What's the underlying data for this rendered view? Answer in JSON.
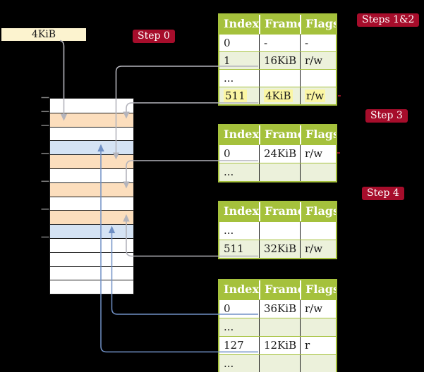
{
  "palette": {
    "background": "#000000",
    "table_header_bg": "#A5C13C",
    "table_border": "#A5C13C",
    "cell_alt_bg": "#ECF1DB",
    "cell_bg": "#FFFFFF",
    "highlight_bg": "#FBF6A3",
    "step_label_bg": "#A60D2B",
    "step_label_text": "#FFFFFF",
    "frame_box_bg": "#FCF3CF",
    "mem_table_row_orange": "#FCDEBD",
    "mem_page_row_blue": "#D5E3F4",
    "grey_arrow": "#B4B4BC",
    "blue_arrow": "#7090C5"
  },
  "frame_box": {
    "label": "4KiB"
  },
  "step_labels": {
    "step0": "Step 0",
    "steps12": "Steps 1&2",
    "step3": "Step 3",
    "step4": "Step 4"
  },
  "memory": {
    "rows": [
      "plain",
      "table",
      "plain",
      "page",
      "table",
      "plain",
      "table",
      "plain",
      "table",
      "page",
      "plain",
      "plain",
      "plain",
      "plain"
    ]
  },
  "tables": [
    {
      "name": "table-steps-1-2",
      "headers": [
        "Index",
        "Frame",
        "Flags"
      ],
      "rows": [
        {
          "cells": [
            "0",
            "-",
            "-"
          ]
        },
        {
          "cells": [
            "1",
            "16KiB",
            "r/w"
          ]
        },
        {
          "cells": [
            "...",
            "",
            ""
          ]
        },
        {
          "cells": [
            "511",
            "4KiB",
            "r/w"
          ],
          "highlighted": true
        }
      ]
    },
    {
      "name": "table-step-3",
      "headers": [
        "Index",
        "Frame",
        "Flags"
      ],
      "rows": [
        {
          "cells": [
            "0",
            "24KiB",
            "r/w"
          ]
        },
        {
          "cells": [
            "...",
            "",
            ""
          ]
        }
      ]
    },
    {
      "name": "table-step-4",
      "headers": [
        "Index",
        "Frame",
        "Flags"
      ],
      "rows": [
        {
          "cells": [
            "...",
            "",
            ""
          ]
        },
        {
          "cells": [
            "511",
            "32KiB",
            "r/w"
          ]
        }
      ]
    },
    {
      "name": "table-level-1",
      "headers": [
        "Index",
        "Frame",
        "Flags"
      ],
      "rows": [
        {
          "cells": [
            "0",
            "36KiB",
            "r/w"
          ]
        },
        {
          "cells": [
            "...",
            "",
            ""
          ]
        },
        {
          "cells": [
            "127",
            "12KiB",
            "r"
          ]
        },
        {
          "cells": [
            "...",
            "",
            ""
          ]
        }
      ]
    }
  ]
}
